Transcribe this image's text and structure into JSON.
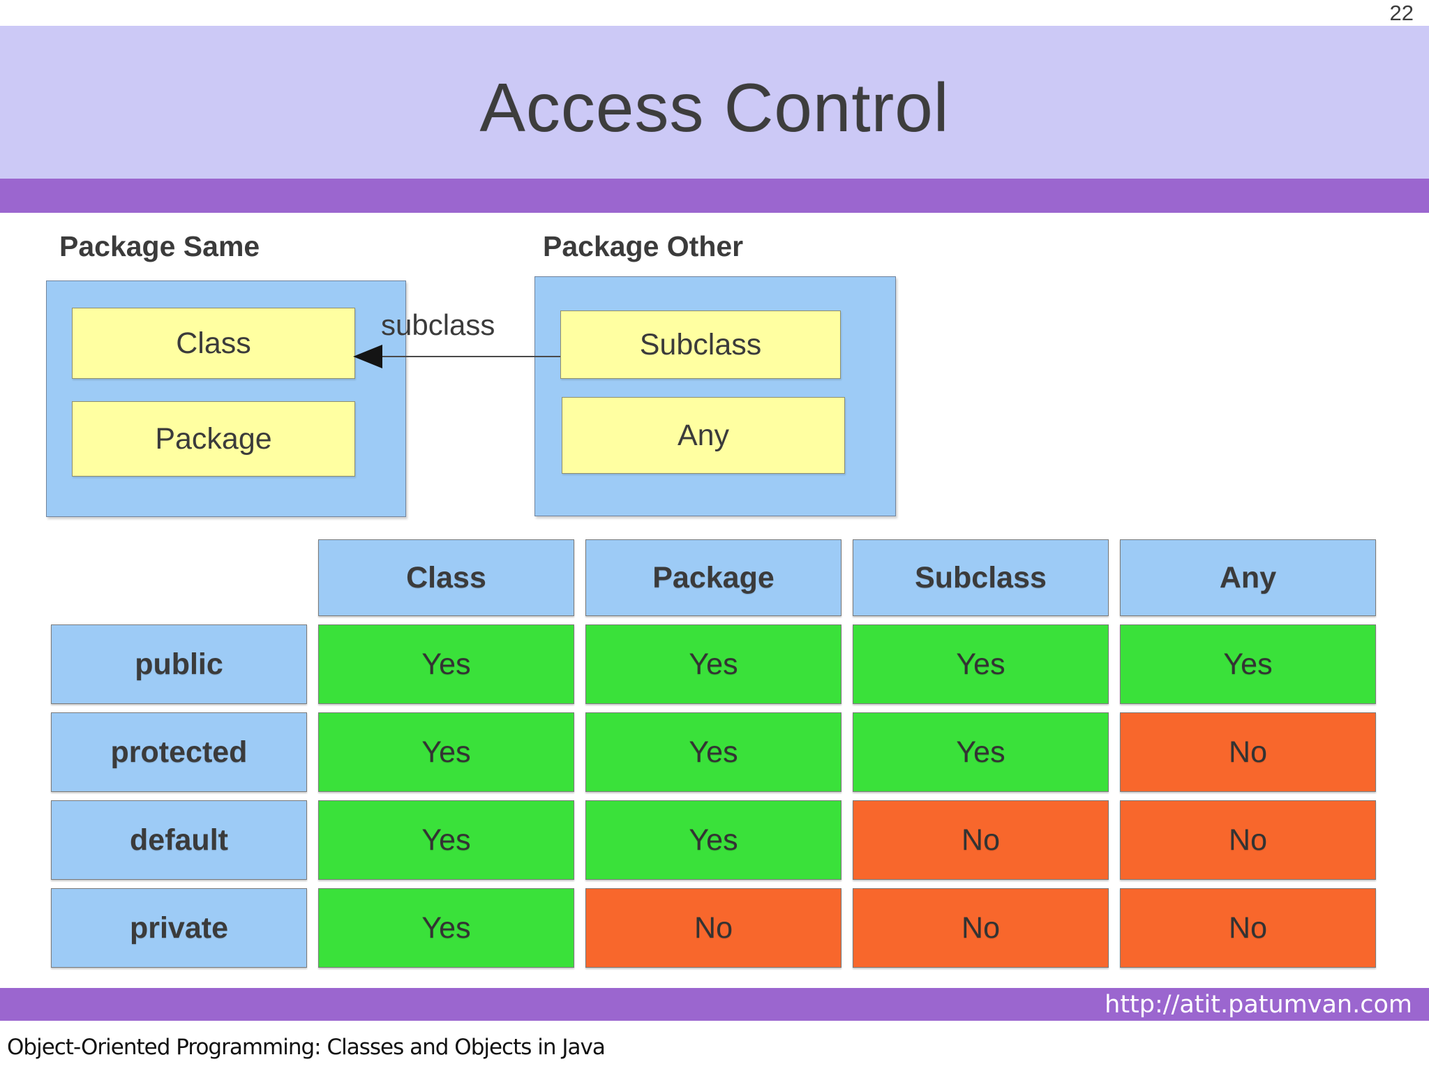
{
  "page": {
    "number": "22",
    "title": "Access Control",
    "url": "http://atit.patumvan.com",
    "footer": "Object-Oriented Programming: Classes and Objects in Java"
  },
  "diagram": {
    "left_group": {
      "heading": "Package Same",
      "boxes": {
        "class": "Class",
        "package": "Package"
      }
    },
    "right_group": {
      "heading": "Package Other",
      "boxes": {
        "subclass": "Subclass",
        "any": "Any"
      }
    },
    "arrow": {
      "label": "subclass",
      "direction": "subclass-to-class"
    }
  },
  "table": {
    "columns": [
      "Class",
      "Package",
      "Subclass",
      "Any"
    ],
    "rows": [
      {
        "label": "public",
        "values": [
          "Yes",
          "Yes",
          "Yes",
          "Yes"
        ]
      },
      {
        "label": "protected",
        "values": [
          "Yes",
          "Yes",
          "Yes",
          "No"
        ]
      },
      {
        "label": "default",
        "values": [
          "Yes",
          "Yes",
          "No",
          "No"
        ]
      },
      {
        "label": "private",
        "values": [
          "Yes",
          "No",
          "No",
          "No"
        ]
      }
    ],
    "yes_text": "Yes",
    "no_text": "No"
  },
  "colors": {
    "lavender_band": "#ccc9f6",
    "accent_purple": "#9b66cf",
    "cell_blue": "#9dcbf6",
    "box_yellow": "#ffffa1",
    "yes_green": "#3ae13a",
    "no_orange": "#f8672c"
  }
}
